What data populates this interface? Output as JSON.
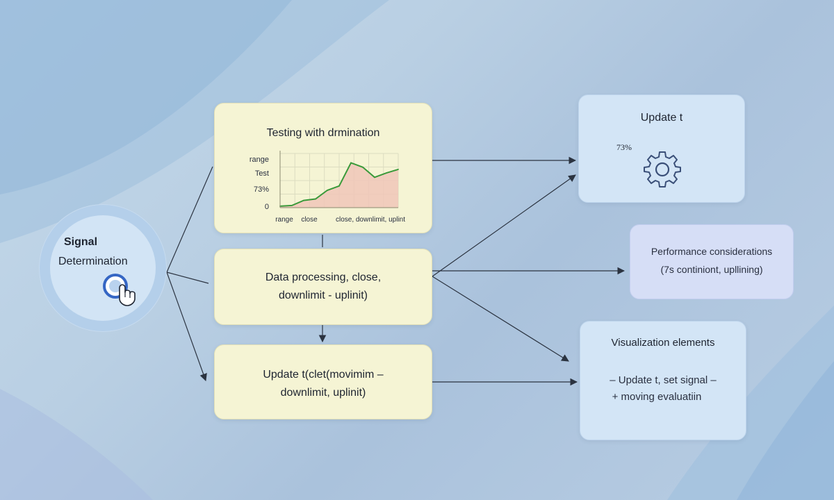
{
  "signal": {
    "line1": "Signal",
    "line2": "Determination"
  },
  "testing_box": {
    "title": "Testing with drmination",
    "y_labels": [
      "range",
      "Test",
      "73%",
      "0"
    ],
    "x_labels": [
      "range",
      "close",
      "close, downlimit, uplint"
    ]
  },
  "processing_box": {
    "line1": "Data processing, close,",
    "line2": "downlimit - uplinit)"
  },
  "update_box": {
    "line1": "Update t(clet(movimim –",
    "line2": "downlimit, uplinit)"
  },
  "update_right": {
    "title": "Update t",
    "percent": "73%"
  },
  "performance_box": {
    "line1": "Performance considerations",
    "line2": "(7s continiont, upllining)"
  },
  "visualization_box": {
    "title": "Visualization elements",
    "line1": "– Update t, set signal –",
    "line2": "+ moving evaluatiin"
  },
  "chart_data": {
    "type": "area",
    "title": "Testing with drmination",
    "y_tick_labels": [
      "range",
      "Test",
      "73%",
      "0"
    ],
    "x_tick_labels": [
      "range",
      "close",
      "close, downlimit, uplint"
    ],
    "x": [
      0,
      1,
      2,
      3,
      4,
      5,
      6,
      7,
      8,
      9,
      10
    ],
    "values": [
      2,
      3,
      10,
      12,
      24,
      30,
      62,
      56,
      42,
      48,
      53
    ],
    "ylim": [
      0,
      75
    ],
    "grid": true,
    "colors": {
      "line": "#3a9a3a",
      "fill": "#f0c6b8"
    }
  },
  "colors": {
    "yellow_box": "#f5f4d4",
    "blue_box": "#d3e5f6",
    "arrow": "#2b3340",
    "accent": "#3566c4"
  }
}
